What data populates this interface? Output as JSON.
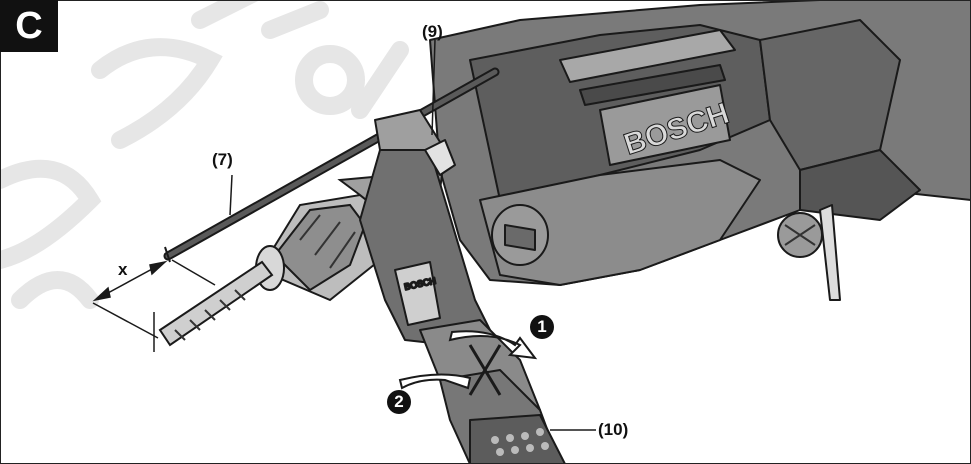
{
  "figure": {
    "panel_letter": "C",
    "callouts": {
      "rod": "(7)",
      "clamp_screw": "(9)",
      "auxiliary_handle": "(10)",
      "dimension": "x"
    },
    "steps": [
      "1",
      "2"
    ],
    "brand_text": "BOSCH",
    "colors": {
      "badge_bg": "#111111",
      "line": "#1a1a1a",
      "body_gray": "#6f6f6f",
      "light_gray": "#b7b7b7",
      "dark_gray": "#3b3b3b",
      "watermark": "#e2e2e2"
    }
  }
}
